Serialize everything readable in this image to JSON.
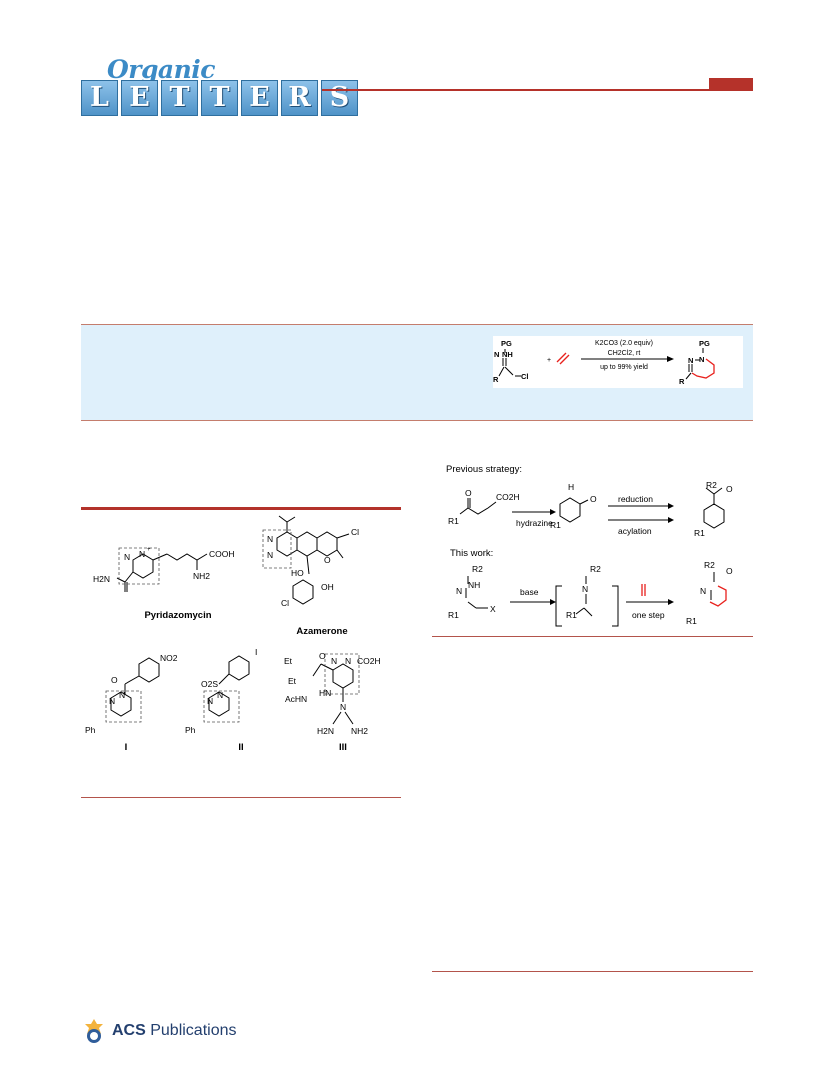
{
  "header": {
    "journal_script": "Organic",
    "journal_letters": [
      "L",
      "E",
      "T",
      "T",
      "E",
      "R",
      "S"
    ],
    "accent_color": "#b5322a"
  },
  "toc_graphic": {
    "pg_top": "PG",
    "nh": "NH",
    "hydrazone_n": "N",
    "r": "R",
    "cl": "Cl",
    "plus": "+",
    "conditions_line1": "K2CO3 (2.0 equiv)",
    "conditions_line2": "CH2Cl2, rt",
    "yield": "up to 99% yield",
    "product_pg": "PG",
    "product_n1": "N",
    "product_n2": "N",
    "product_r": "R",
    "ring_highlight_color": "#e8211d"
  },
  "figure1": {
    "pyridazomycin": {
      "name": "Pyridazomycin",
      "n_ring": "N",
      "n_plus": "N",
      "charge": "+",
      "cooh": "COOH",
      "nh2": "NH2",
      "amide": "H2N"
    },
    "azamerone": {
      "name": "Azamerone",
      "n1": "N",
      "n2": "N",
      "cl_top": "Cl",
      "cl_bottom": "Cl",
      "ho": "HO",
      "oh": "OH",
      "o_ring": "O"
    },
    "compound_i": {
      "label": "I",
      "no2": "NO2",
      "n1": "N",
      "n2": "N",
      "ph": "Ph",
      "o": "O"
    },
    "compound_ii": {
      "label": "II",
      "i": "I",
      "so2": "O2S",
      "n1": "N",
      "n2": "N",
      "ph": "Ph"
    },
    "compound_iii": {
      "label": "III",
      "et1": "Et",
      "et2": "Et",
      "n1": "N",
      "n2": "N",
      "co2h": "CO2H",
      "achn": "AcHN",
      "hn": "HN",
      "n_imine": "N",
      "h2n": "H2N",
      "nh2": "NH2",
      "o": "O"
    }
  },
  "scheme1": {
    "previous_label": "Previous strategy:",
    "this_work_label": "This work:",
    "r1": "R1",
    "co2h": "CO2H",
    "o": "O",
    "hydrazine": "hydrazine",
    "reduction": "reduction",
    "acylation": "acylation",
    "base": "base",
    "one_step": "one step",
    "r2": "R2",
    "nh": "NH",
    "hn": "H",
    "n": "N",
    "x": "X",
    "ring_highlight_color": "#e8211d"
  },
  "footer": {
    "publisher_bold": "ACS",
    "publisher_rest": " Publications"
  }
}
